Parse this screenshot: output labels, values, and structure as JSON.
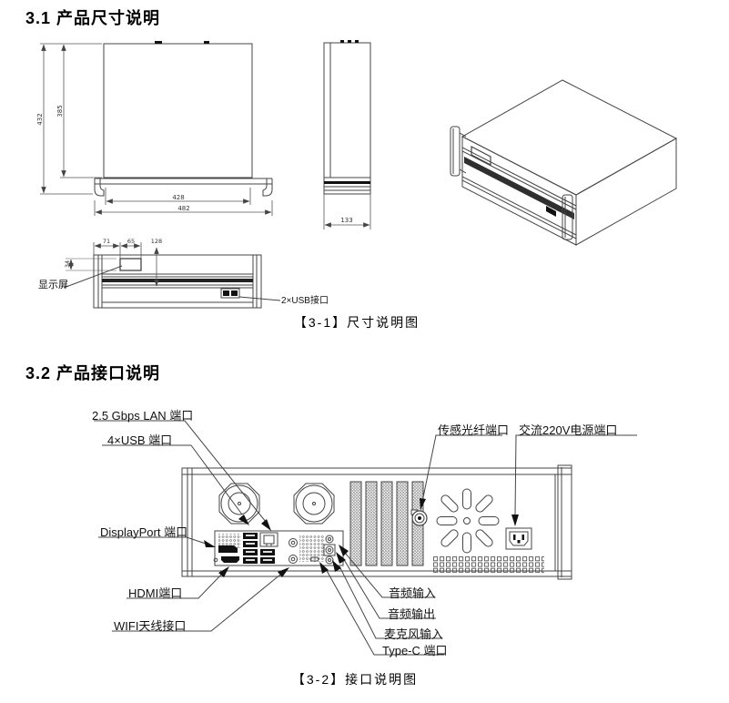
{
  "page": {
    "background_color": "#ffffff",
    "line_color": "#444444",
    "ink_color": "#111111"
  },
  "section_dimensions": {
    "heading": "3.1 产品尺寸说明",
    "caption": "【3-1】尺寸说明图",
    "front_view": {
      "outer_height": "432",
      "inner_height": "385",
      "inner_width": "428",
      "outer_width": "482"
    },
    "side_view": {
      "depth": "133"
    },
    "panel_view": {
      "display_offset": "71",
      "display_width": "65",
      "display_height": "34",
      "front_height": "128",
      "display_label": "显示屏",
      "usb_label": "2×USB接口"
    }
  },
  "section_ports": {
    "heading": "3.2 产品接口说明",
    "caption": "【3-2】接口说明图",
    "labels": {
      "lan": "2.5 Gbps LAN 端口",
      "usb": "4×USB 端口",
      "displayport": "DisplayPort 端口",
      "hdmi": "HDMI端口",
      "wifi": "WIFI天线接口",
      "fiber": "传感光纤端口",
      "power": "交流220V电源端口",
      "audio_in": "音频输入",
      "audio_out": "音频输出",
      "mic_in": "麦克风输入",
      "type_c": "Type-C 端口"
    }
  }
}
